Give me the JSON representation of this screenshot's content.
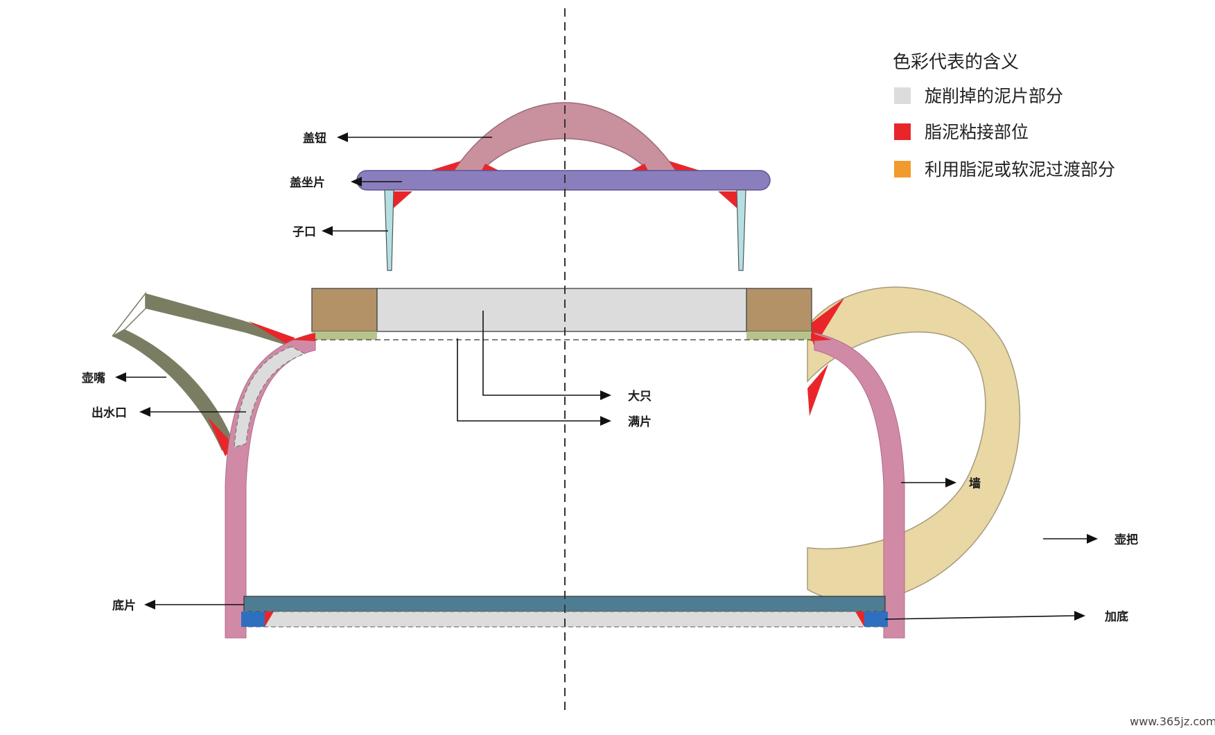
{
  "legend": {
    "title": "色彩代表的含义",
    "items": [
      {
        "label": "旋削掉的泥片部分",
        "color": "#dcdcdc"
      },
      {
        "label": "脂泥粘接部位",
        "color": "#e8262a"
      },
      {
        "label": "利用脂泥或软泥过渡部分",
        "color": "#f29a2e"
      }
    ]
  },
  "parts": {
    "lid_knob": "盖钮",
    "lid_plate": "盖坐片",
    "lid_flange": "子口",
    "spout": "壶嘴",
    "spout_hole": "出水口",
    "big_ring": "大只",
    "top_plate": "满片",
    "wall": "墙",
    "handle": "壶把",
    "base_plate": "底片",
    "foot_ring": "加底"
  },
  "colors": {
    "knob": "#c9909e",
    "lid_plate": "#8a7fbc",
    "flange": "#b4e0e4",
    "wall": "#d08aa6",
    "spout": "#7a7d62",
    "handle": "#e9d7a4",
    "ring_block": "#b39268",
    "base_plate": "#4e7d93",
    "foot": "#2f6fc0",
    "glue": "#e8262a",
    "trimmed": "#dcdcdc"
  },
  "watermark": "www.365jz.com"
}
